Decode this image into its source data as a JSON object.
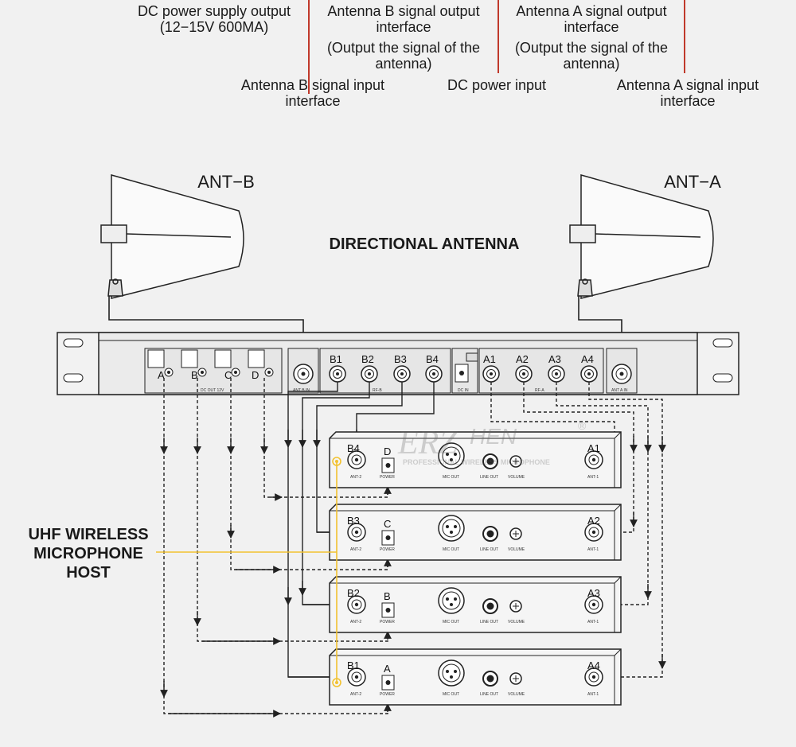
{
  "callouts": {
    "dc_out": {
      "line1": "DC power supply output",
      "line2": "(12−15V 600MA)"
    },
    "antb_out": {
      "line1": "Antenna B signal output",
      "line2": "interface",
      "line3": "(Output the signal of the",
      "line4": "antenna)"
    },
    "anta_out": {
      "line1": "Antenna A signal output",
      "line2": "interface",
      "line3": "(Output the signal of the",
      "line4": "antenna)"
    },
    "antb_in": {
      "line1": "Antenna B signal input",
      "line2": "interface"
    },
    "dc_in": {
      "line1": "DC power input"
    },
    "anta_in": {
      "line1": "Antenna A signal input",
      "line2": "interface"
    }
  },
  "antennas": {
    "b_label": "ANT−B",
    "a_label": "ANT−A",
    "title": "DIRECTIONAL ANTENNA"
  },
  "host_label": {
    "line1": "UHF WIRELESS",
    "line2": "MICROPHONE",
    "line3": "HOST"
  },
  "watermark": {
    "brand_left": "ERZ",
    "brand_right": "HEN",
    "registered": "®",
    "tagline": "PROFESSIONAL WIRELESS MICROPHONE"
  },
  "rack": {
    "dc_ports": [
      "A",
      "B",
      "C",
      "D"
    ],
    "dc_group_label": "DC OUT 12V",
    "antb_in_label": "ANT B IN",
    "rfb_ports": [
      "B1",
      "B2",
      "B3",
      "B4"
    ],
    "rfb_label": "RF-B",
    "dcin_label": "DC IN",
    "rfa_ports": [
      "A1",
      "A2",
      "A3",
      "A4"
    ],
    "rfa_label": "RF-A",
    "anta_in_label": "ANT A IN"
  },
  "receivers": [
    {
      "ant2": "B4",
      "power": "D",
      "ant1": "A1"
    },
    {
      "ant2": "B3",
      "power": "C",
      "ant1": "A2"
    },
    {
      "ant2": "B2",
      "power": "B",
      "ant1": "A3"
    },
    {
      "ant2": "B1",
      "power": "A",
      "ant1": "A4"
    }
  ],
  "receiver_labels": {
    "ant2": "ANT-2",
    "power": "POWER",
    "mic_out": "MIC OUT",
    "line_out": "LINE OUT",
    "volume": "VOLUME",
    "ant1": "ANT-1"
  },
  "colors": {
    "callout_line": "#c0392b",
    "host_line": "#f2c230",
    "line": "#222222",
    "panel": "#e9e9e9"
  }
}
